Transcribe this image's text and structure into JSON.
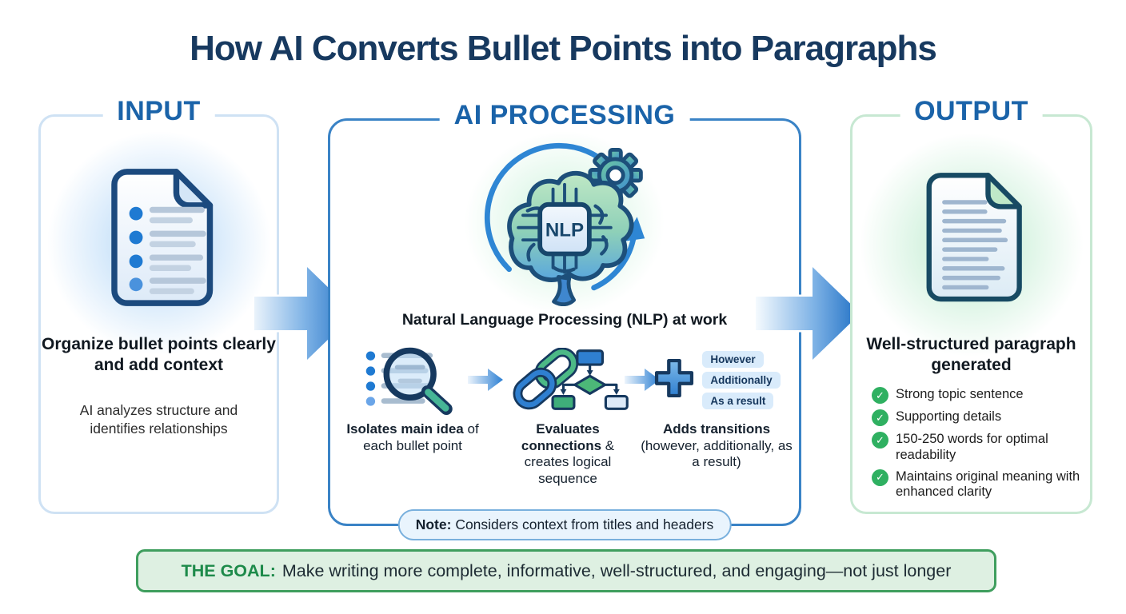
{
  "title": "How AI Converts Bullet Points into Paragraphs",
  "panels": {
    "input": {
      "header": "INPUT",
      "heading": "Organize bullet points clearly and add context",
      "subtext": "AI analyzes structure and identifies relationships"
    },
    "processing": {
      "header": "AI PROCESSING",
      "chip_label": "NLP",
      "caption": "Natural Language Processing (NLP) at work",
      "steps": [
        {
          "bold": "Isolates main idea",
          "rest": " of each bullet point"
        },
        {
          "bold": "Evaluates connections",
          "rest": " & creates logical sequence"
        },
        {
          "bold": "Adds transitions",
          "rest": " (however, additionally, as a result)"
        }
      ],
      "pills": [
        "However",
        "Additionally",
        "As a result"
      ],
      "note_label": "Note:",
      "note_text": " Considers context from titles and headers"
    },
    "output": {
      "header": "OUTPUT",
      "heading": "Well-structured paragraph generated",
      "checklist": [
        "Strong topic sentence",
        "Supporting details",
        "150-250 words for optimal readability",
        "Maintains original meaning with enhanced clarity"
      ],
      "check_glyph": "✓"
    }
  },
  "goal": {
    "label": "THE GOAL:",
    "text": "Make writing more complete, informative, well-structured, and engaging—not just longer"
  },
  "colors": {
    "title_navy": "#17395f",
    "header_blue": "#1a63a9",
    "panel_blue_border": "#3a83c6",
    "panel_light_blue_border": "#cfe2f4",
    "panel_green_border": "#c7e8d2",
    "arrow_blue": "#1f6fc4",
    "bullet_blue": "#1f7ad2",
    "check_green": "#2fb061",
    "goal_green": "#1d8a4a",
    "pill_bg": "#d9ebfb"
  }
}
